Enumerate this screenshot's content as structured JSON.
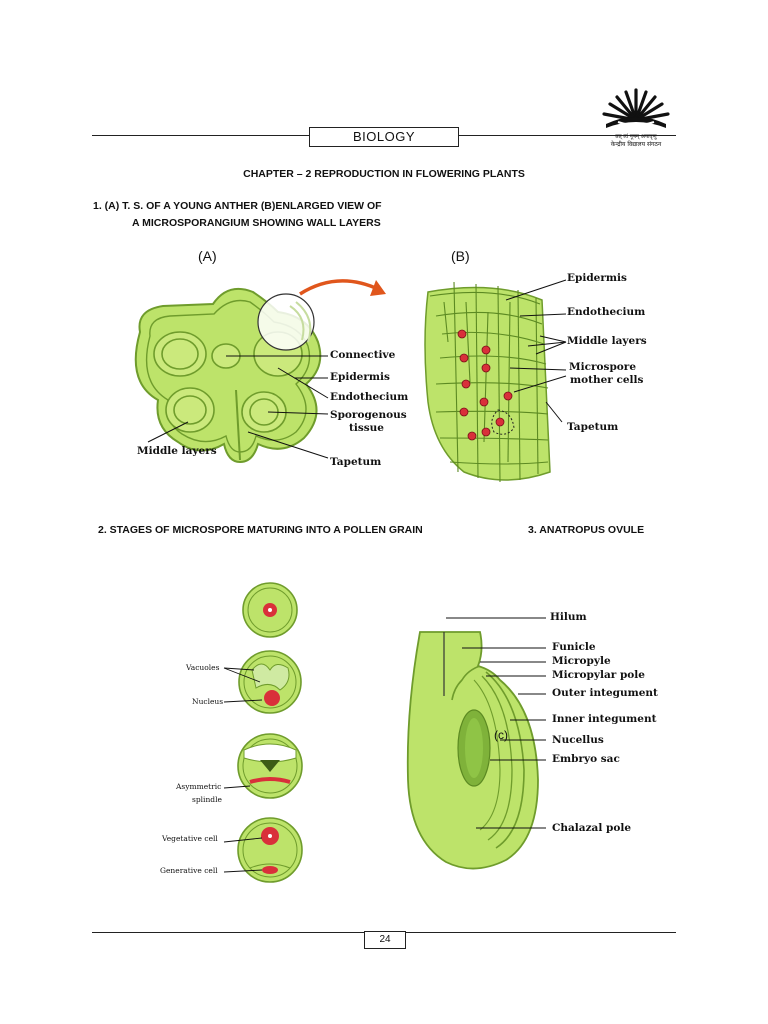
{
  "header": {
    "subject": "BIOLOGY",
    "logo_text_1": "तत् त्वं पूषन् अपावृणु",
    "logo_text_2": "केन्द्रीय विद्यालय संगठन"
  },
  "chapter_title": "CHAPTER – 2 REPRODUCTION IN FLOWERING PLANTS",
  "section1": {
    "line1": "1. (A) T. S. OF A YOUNG ANTHER  (B)ENLARGED VIEW OF",
    "line2": "A MICROSPORANGIUM SHOWING WALL LAYERS",
    "label_a": "(A)",
    "label_b": "(B)",
    "anther_labels": [
      "Connective",
      "Epidermis",
      "Endothecium",
      "Sporogenous",
      "tissue",
      "Middle layers",
      "Tapetum"
    ],
    "microsporangium_labels": [
      "Epidermis",
      "Endothecium",
      "Middle layers",
      "Microspore",
      "mother cells",
      "Tapetum"
    ]
  },
  "section2": {
    "title": "2. STAGES OF MICROSPORE MATURING INTO A POLLEN GRAIN",
    "labels": [
      "Vacuoles",
      "Nucleus",
      "Asymmetric",
      "splindle",
      "Vegetative cell",
      "Generative cell"
    ]
  },
  "section3": {
    "title": "3. ANATROPUS OVULE",
    "marker": "(c)",
    "labels": [
      "Hilum",
      "Funicle",
      "Micropyle",
      "Micropylar pole",
      "Outer integument",
      "Inner integument",
      "Nucellus",
      "Embryo sac",
      "Chalazal pole"
    ]
  },
  "footer": {
    "page_number": "24"
  },
  "colors": {
    "tissue_green": "#bde36a",
    "tissue_dark": "#7fb23a",
    "nucleus_red": "#d9303a",
    "arrow_orange": "#e0561c"
  }
}
